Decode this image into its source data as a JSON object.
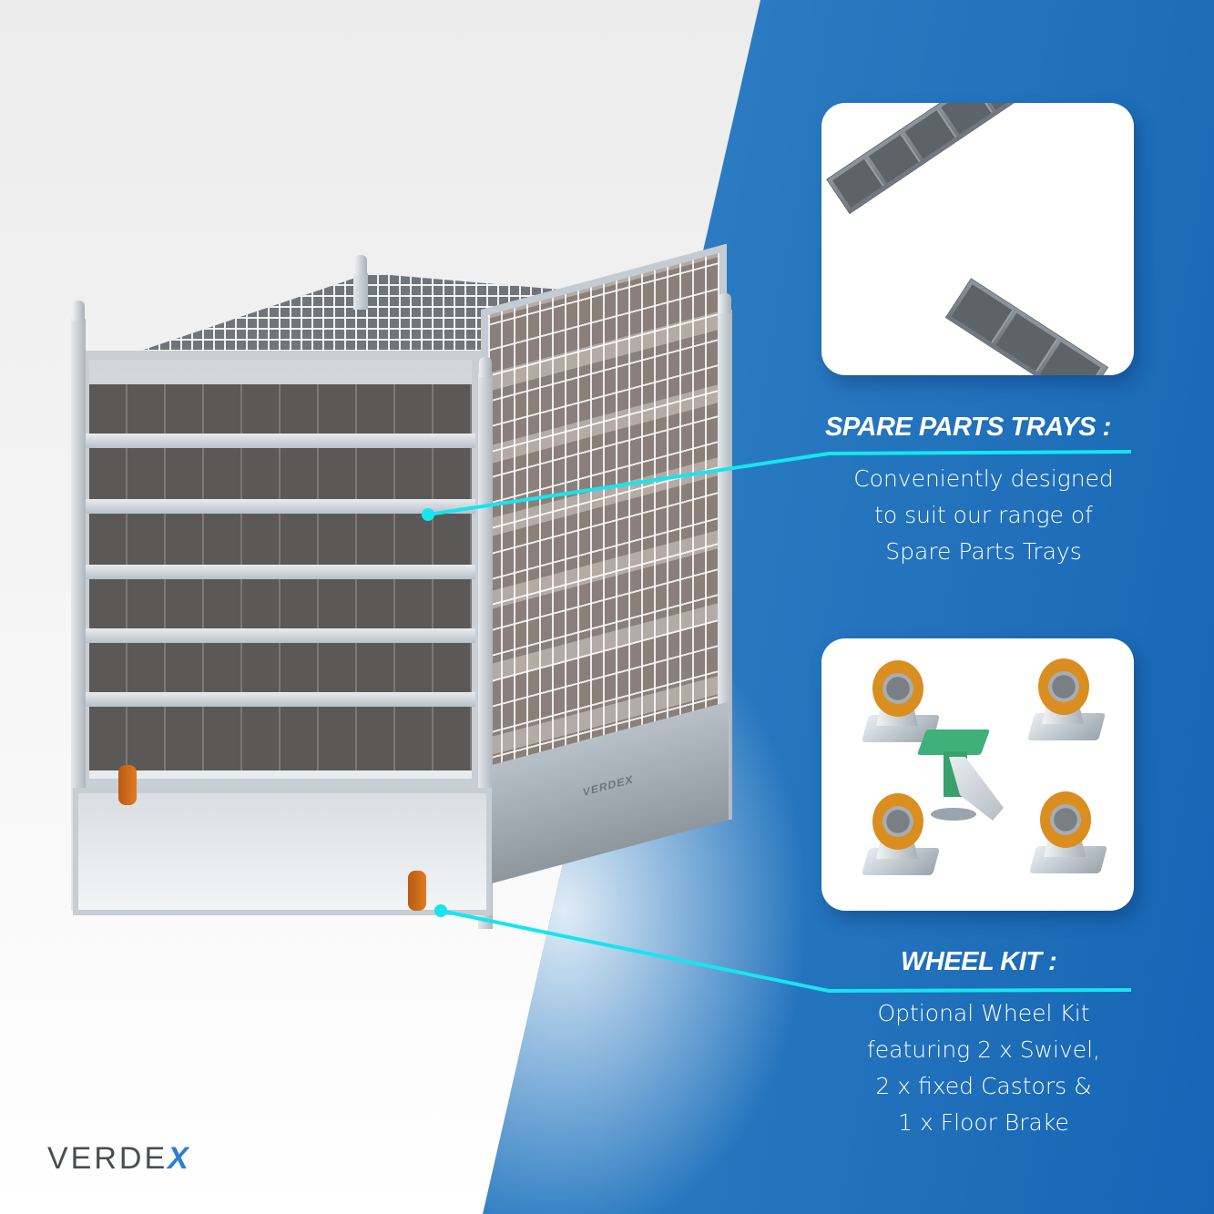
{
  "features": [
    {
      "id": "spare-parts-trays",
      "heading": "SPARE PARTS TRAYS :",
      "description_lines": [
        "Conveniently designed",
        "to suit our range of",
        "Spare Parts Trays"
      ],
      "image_alt": "Two grey spare parts trays with dividers"
    },
    {
      "id": "wheel-kit",
      "heading": "WHEEL KIT :",
      "description_lines": [
        "Optional Wheel Kit",
        "featuring 2 x Swivel,",
        "2 x fixed Castors &",
        "1 x Floor Brake"
      ],
      "image_alt": "Four orange castors and a green floor brake"
    }
  ],
  "product": {
    "image_alt": "Galvanised stillage cage with rows of spare parts trays on wheel kit",
    "base_mark": "VERDEX"
  },
  "brand": {
    "logo_main": "VERDE",
    "logo_accent": "X"
  },
  "colors": {
    "accent_cyan": "#16e5f0",
    "blue_dark": "#1565b4",
    "blue_light": "#4a92cf",
    "logo_grey": "#4a4d50",
    "logo_blue": "#2e7fd0",
    "castor_orange": "#d98e1f",
    "brake_green": "#3fb07a"
  }
}
